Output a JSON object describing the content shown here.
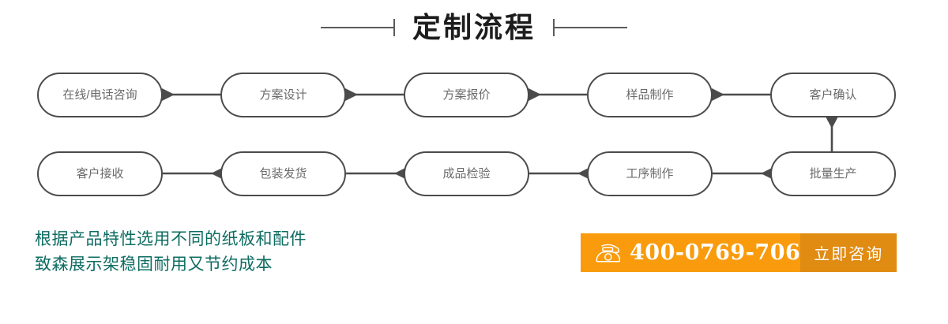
{
  "header": {
    "title": "定制流程",
    "rule_left_icon": "rule-line-left",
    "rule_right_icon": "rule-line-right"
  },
  "flow": {
    "row1": [
      {
        "label": "在线/电话咨询"
      },
      {
        "label": "方案设计"
      },
      {
        "label": "方案报价"
      },
      {
        "label": "样品制作"
      },
      {
        "label": "客户确认"
      }
    ],
    "row2": [
      {
        "label": "客户接收"
      },
      {
        "label": "包装发货"
      },
      {
        "label": "成品检验"
      },
      {
        "label": "工序制作"
      },
      {
        "label": "批量生产"
      }
    ]
  },
  "tagline": {
    "line1": "根据产品特性选用不同的纸板和配件",
    "line2": "致森展示架稳固耐用又节约成本",
    "color": "#0e6c62"
  },
  "cta": {
    "phone_icon": "telephone-icon",
    "phone_number": "400-0769-706",
    "action_label": "立即咨询",
    "bg_color": "#f99b0c",
    "action_bg_color": "#e08b12"
  },
  "colors": {
    "node_stroke": "#4b4b4b",
    "node_text": "#6a6a6a",
    "title_text": "#1d1d1d"
  }
}
